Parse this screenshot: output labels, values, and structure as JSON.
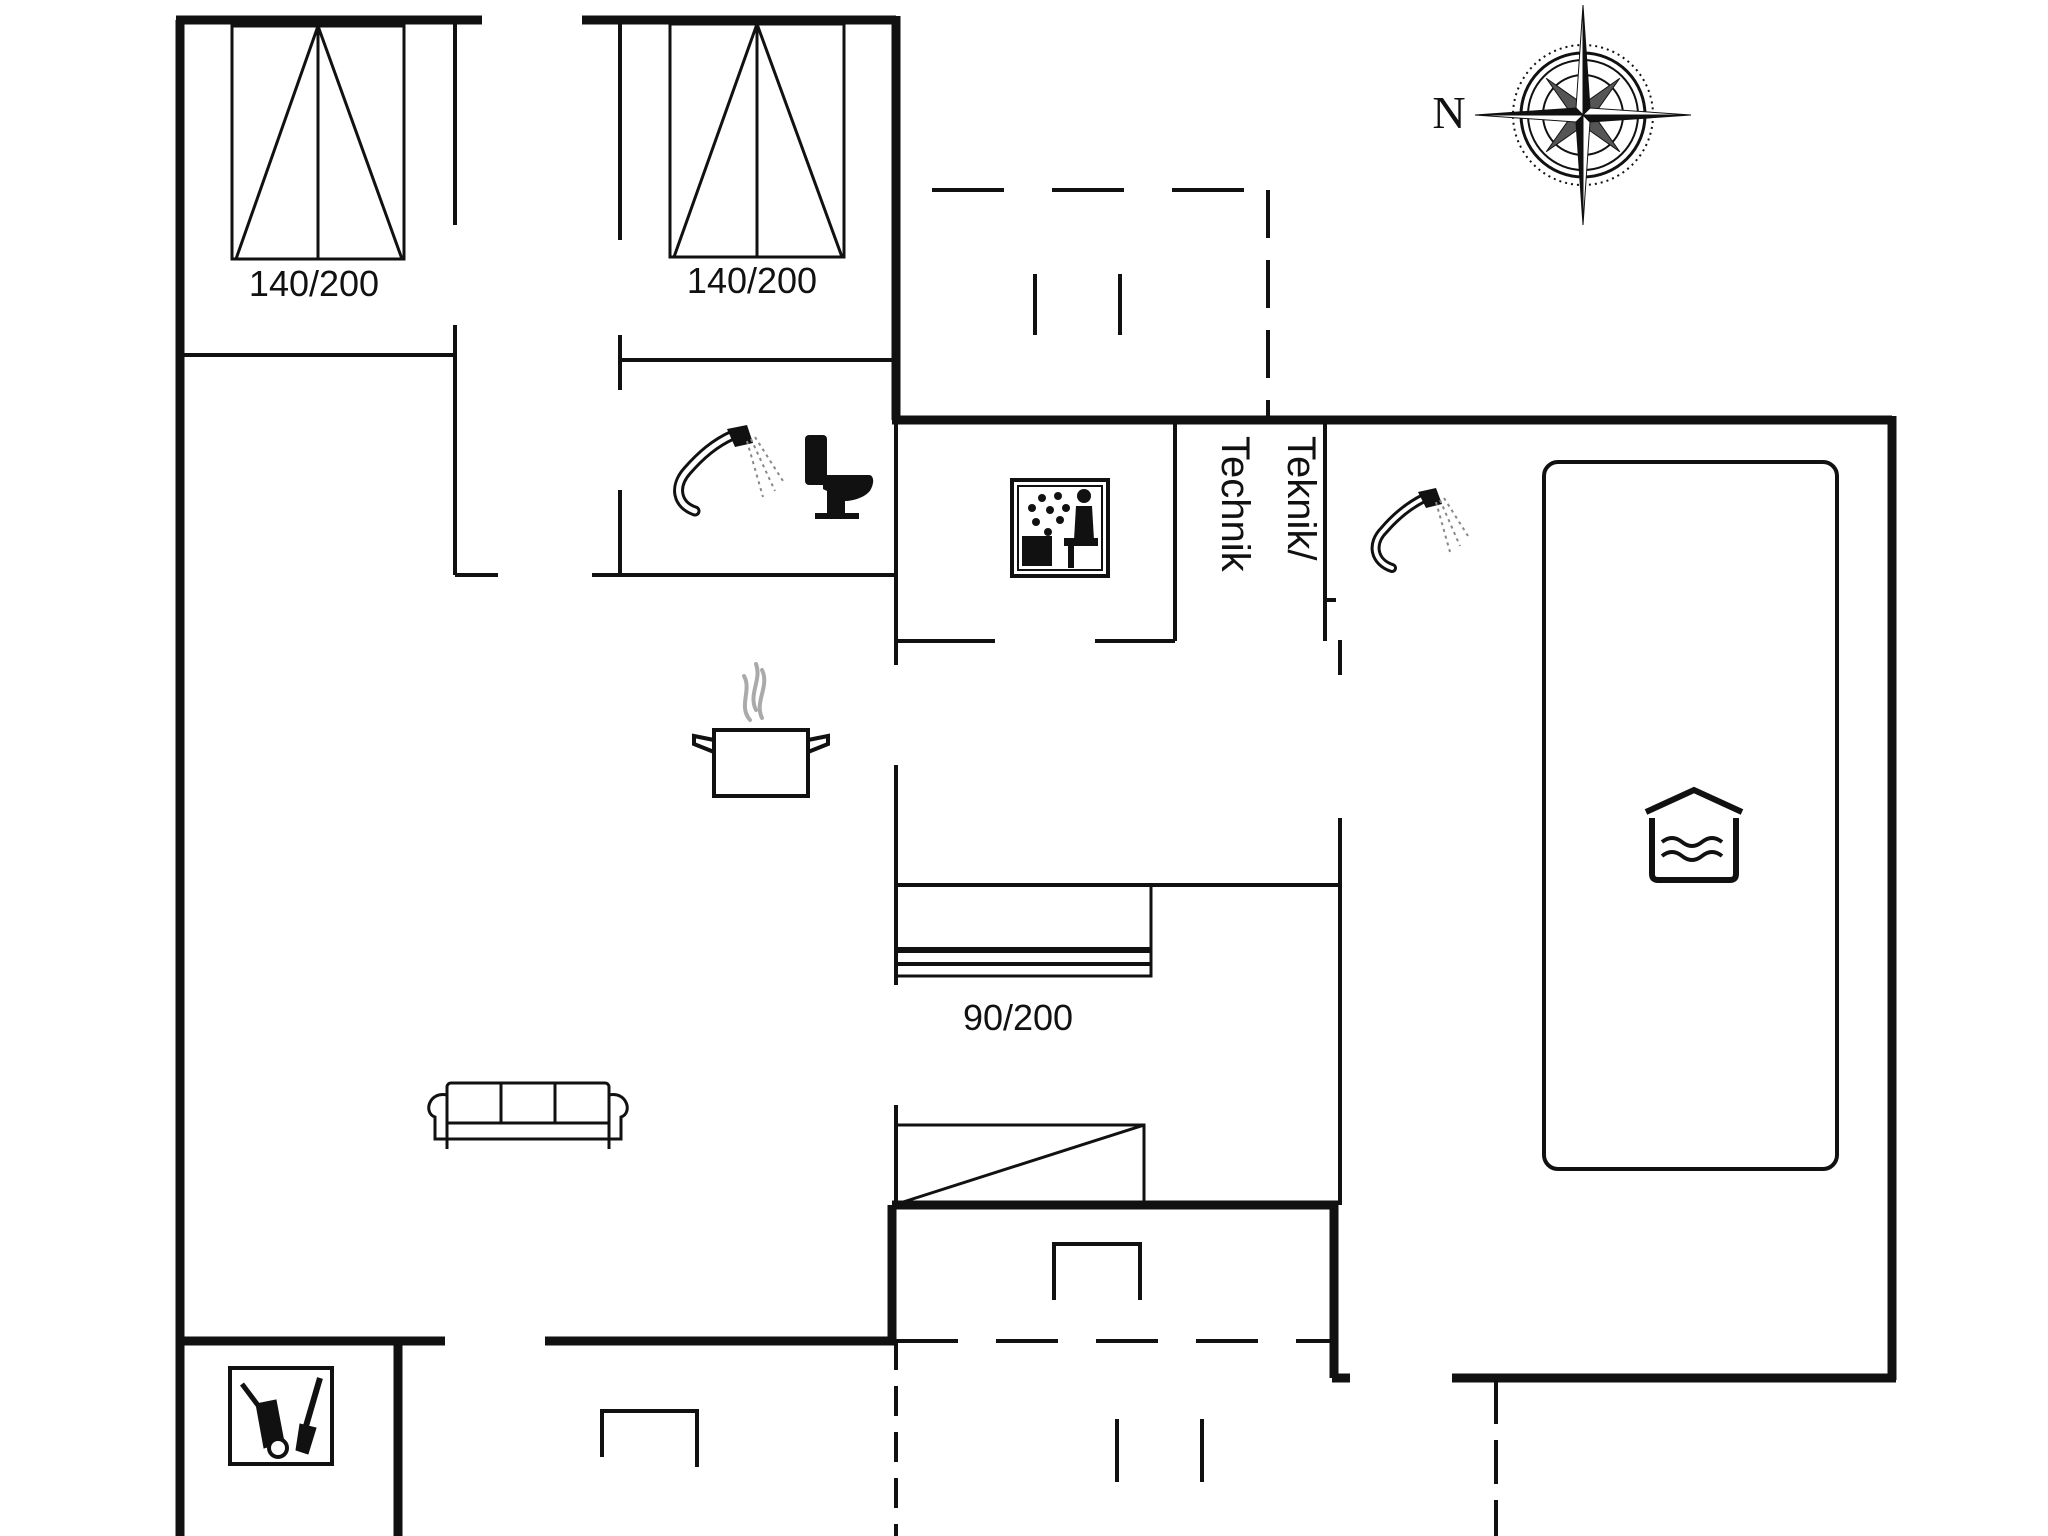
{
  "floor_plan": {
    "compass": {
      "north_label": "N"
    },
    "rooms": {
      "bedroom_1": {
        "bed_size": "140/200"
      },
      "bedroom_2": {
        "bed_size": "140/200"
      },
      "bedroom_3": {
        "bed_size": "90/200"
      },
      "technical_room": {
        "label_line1": "Teknik/",
        "label_line2": "Technik"
      }
    },
    "icons": [
      "compass-rose-icon",
      "shower-icon",
      "toilet-icon",
      "sauna-icon",
      "cooking-pot-icon",
      "sofa-icon",
      "pool-icon",
      "garden-tools-icon"
    ],
    "colors": {
      "walls": "#111111",
      "background": "#ffffff"
    }
  }
}
